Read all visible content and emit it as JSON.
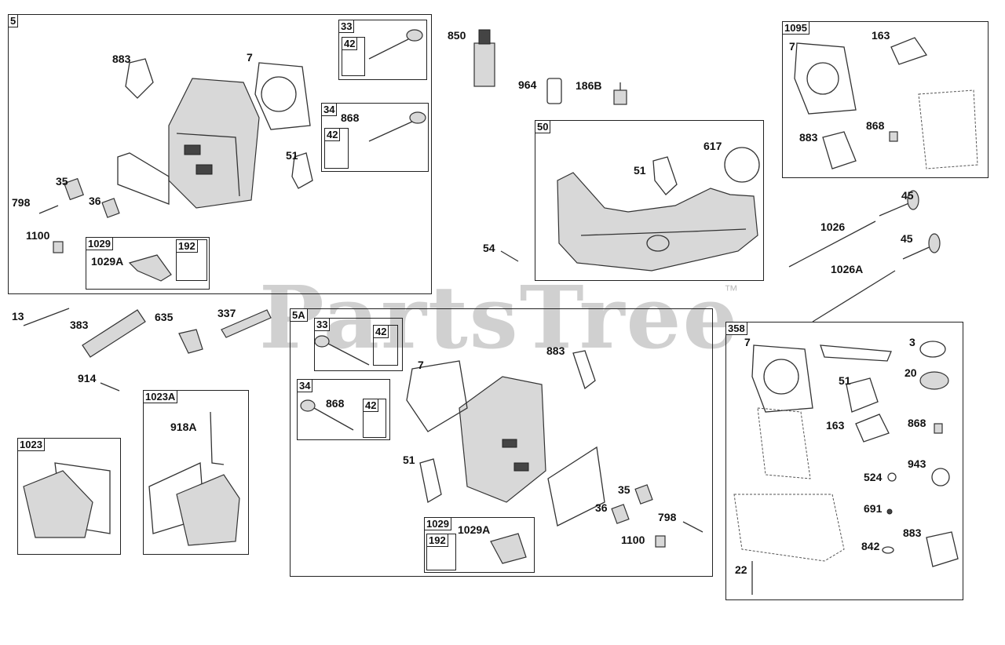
{
  "watermark": {
    "text": "PartsTree",
    "tm": "™"
  },
  "colors": {
    "line": "#222222",
    "watermark": "#969696",
    "part_fill": "#d8d8d8"
  },
  "boxes": {
    "b5": "5",
    "b33a": "33",
    "b42a": "42",
    "b34a": "34",
    "b42b": "42",
    "b1029a": "1029",
    "b192a": "192",
    "b50": "50",
    "b1095": "1095",
    "b5a": "5A",
    "b33b": "33",
    "b42c": "42",
    "b34b": "34",
    "b42d": "42",
    "b1029b": "1029",
    "b192b": "192",
    "b1023a": "1023A",
    "b1023": "1023",
    "b358": "358"
  },
  "labels": {
    "l883a": "883",
    "l7a": "7",
    "l51a": "51",
    "l868a": "868",
    "l35a": "35",
    "l36a": "36",
    "l798a": "798",
    "l1100a": "1100",
    "l1029Aa": "1029A",
    "l850": "850",
    "l964": "964",
    "l186B": "186B",
    "l51b": "51",
    "l617": "617",
    "l54": "54",
    "l7b": "7",
    "l163a": "163",
    "l868b": "868",
    "l883b": "883",
    "l45a": "45",
    "l1026": "1026",
    "l45b": "45",
    "l1026A": "1026A",
    "l13": "13",
    "l383": "383",
    "l635": "635",
    "l337": "337",
    "l914": "914",
    "l918A": "918A",
    "l883c": "883",
    "l7c": "7",
    "l868c": "868",
    "l51c": "51",
    "l35b": "35",
    "l36b": "36",
    "l798b": "798",
    "l1100b": "1100",
    "l1029Ab": "1029A",
    "l7d": "7",
    "l3": "3",
    "l20": "20",
    "l51d": "51",
    "l163b": "163",
    "l868d": "868",
    "l943": "943",
    "l524": "524",
    "l691": "691",
    "l883d": "883",
    "l842": "842",
    "l22": "22"
  }
}
